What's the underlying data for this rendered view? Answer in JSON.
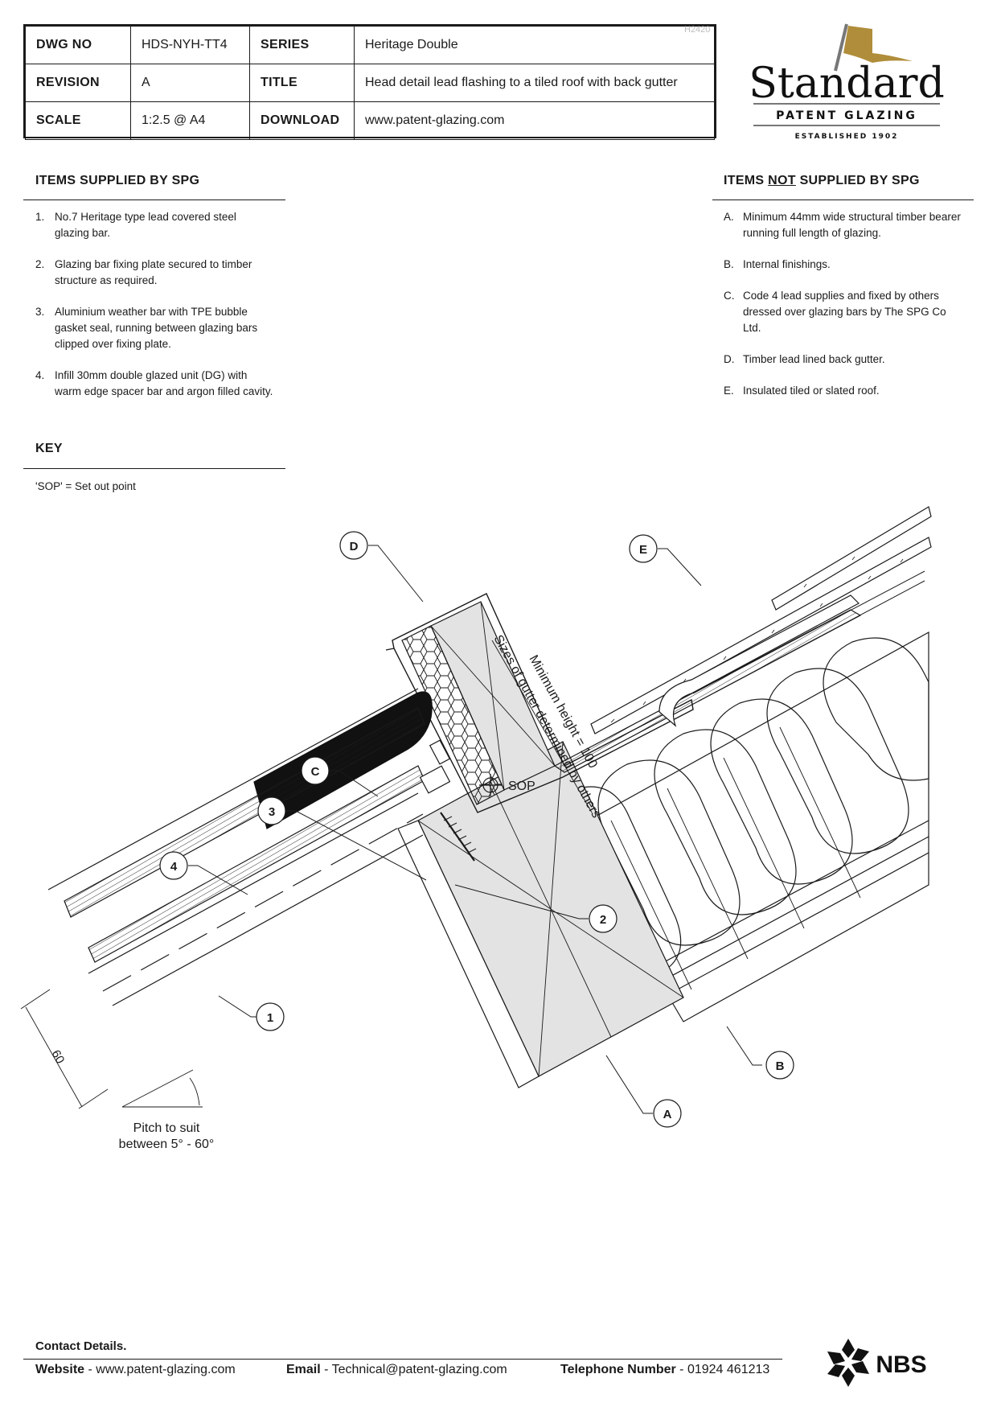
{
  "titleblock": {
    "dwg_no_label": "DWG NO",
    "dwg_no": "HDS-NYH-TT4",
    "series_label": "SERIES",
    "series": "Heritage Double",
    "revision_label": "REVISION",
    "revision": "A",
    "title_label": "TITLE",
    "title": "Head detail lead flashing to a tiled roof with back gutter",
    "scale_label": "SCALE",
    "scale": "1:2.5 @ A4",
    "download_label": "DOWNLOAD",
    "download": "www.patent-glazing.com",
    "ref_code": "H2420"
  },
  "logo": {
    "name": "Standard",
    "subtitle": "PATENT GLAZING",
    "established": "ESTABLISHED 1902",
    "flag_color": "#b08d3a"
  },
  "supplied": {
    "title": "ITEMS SUPPLIED BY SPG",
    "items": [
      {
        "num": "1.",
        "line1": "No.7 Heritage type lead covered steel",
        "line2": "glazing bar.",
        "line3": ""
      },
      {
        "num": "2.",
        "line1": "Glazing bar fixing plate secured to timber",
        "line2": "structure as required.",
        "line3": ""
      },
      {
        "num": "3.",
        "line1": "Aluminium weather bar with TPE bubble",
        "line2": "gasket seal, running between glazing bars",
        "line3": "clipped over fixing plate."
      },
      {
        "num": "4.",
        "line1": "Infill 30mm double glazed unit (DG) with",
        "line2": "warm edge spacer bar and argon filled cavity.",
        "line3": ""
      }
    ]
  },
  "not_supplied": {
    "title_pre": "ITEMS ",
    "title_not": "NOT",
    "title_post": " SUPPLIED BY SPG",
    "items": [
      {
        "num": "A.",
        "line1": "Minimum 44mm wide structural timber bearer",
        "line2": "running full length of glazing.",
        "line3": ""
      },
      {
        "num": "B.",
        "line1": "Internal finishings.",
        "line2": "",
        "line3": ""
      },
      {
        "num": "C.",
        "line1": "Code 4 lead supplies and fixed by others",
        "line2": "dressed over glazing bars by The SPG Co",
        "line3": "Ltd."
      },
      {
        "num": "D.",
        "line1": "Timber lead lined back gutter.",
        "line2": "",
        "line3": ""
      },
      {
        "num": "E.",
        "line1": "Insulated tiled or slated roof.",
        "line2": "",
        "line3": ""
      }
    ]
  },
  "key": {
    "title": "KEY",
    "text": "'SOP' = Set out point"
  },
  "drawing": {
    "callouts": {
      "one": "1",
      "two": "2",
      "three": "3",
      "four": "4",
      "a": "A",
      "b": "B",
      "c": "C",
      "d": "D",
      "e": "E"
    },
    "sop_label": "SOP",
    "min_height": "Minimum height = 100",
    "gutter_note": "Sizes of gutter determined by others",
    "dim_60": "60",
    "pitch_line1": "Pitch to suit",
    "pitch_line2": "between 5° - 60°",
    "colors": {
      "timber_fill": "#e3e3e3",
      "lead_fill": "#111111",
      "line": "#1a1a1a"
    }
  },
  "footer": {
    "title": "Contact Details.",
    "website_label": "Website",
    "website": "www.patent-glazing.com",
    "email_label": "Email",
    "email": "Technical@patent-glazing.com",
    "phone_label": "Telephone Number",
    "phone": "01924 461213",
    "sep": "-",
    "nbs_label": "NBS"
  }
}
